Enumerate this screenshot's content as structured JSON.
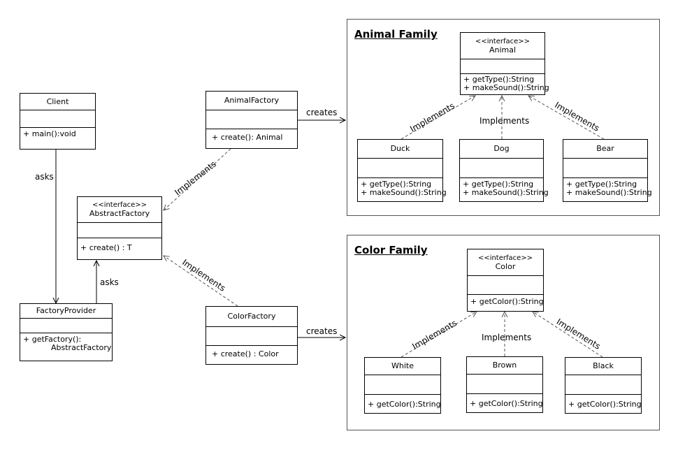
{
  "families": {
    "animal": {
      "title": "Animal Family"
    },
    "color": {
      "title": "Color Family"
    }
  },
  "classes": {
    "client": {
      "name": "Client",
      "methods": [
        "+ main():void"
      ]
    },
    "factory_provider": {
      "name": "FactoryProvider",
      "methods": [
        "+ getFactory():",
        "AbstractFactory"
      ]
    },
    "abstract_factory": {
      "stereotype": "<<interface>>",
      "name": "AbstractFactory",
      "methods": [
        "+ create() : T"
      ]
    },
    "animal_factory": {
      "name": "AnimalFactory",
      "methods": [
        "+ create(): Animal"
      ]
    },
    "color_factory": {
      "name": "ColorFactory",
      "methods": [
        "+ create() : Color"
      ]
    },
    "animal": {
      "stereotype": "<<interface>>",
      "name": "Animal",
      "methods": [
        "+ getType():String",
        "+ makeSound():String"
      ]
    },
    "duck": {
      "name": "Duck",
      "methods": [
        "+ getType():String",
        "+ makeSound():String"
      ]
    },
    "dog": {
      "name": "Dog",
      "methods": [
        "+ getType():String",
        "+ makeSound():String"
      ]
    },
    "bear": {
      "name": "Bear",
      "methods": [
        "+ getType():String",
        "+ makeSound():String"
      ]
    },
    "color": {
      "stereotype": "<<interface>>",
      "name": "Color",
      "methods": [
        "+ getColor():String"
      ]
    },
    "white": {
      "name": "White",
      "methods": [
        "+ getColor():String"
      ]
    },
    "brown": {
      "name": "Brown",
      "methods": [
        "+ getColor():String"
      ]
    },
    "black": {
      "name": "Black",
      "methods": [
        "+ getColor():String"
      ]
    }
  },
  "relations": {
    "asks_client": "asks",
    "asks_provider": "asks",
    "implements_animal_factory": "Implements",
    "implements_color_factory": "Implements",
    "creates_animal": "creates",
    "creates_color": "creates",
    "implements_duck": "Implements",
    "implements_dog": "Implements",
    "implements_bear": "Implements",
    "implements_white": "Implements",
    "implements_brown": "Implements",
    "implements_black": "Implements"
  }
}
